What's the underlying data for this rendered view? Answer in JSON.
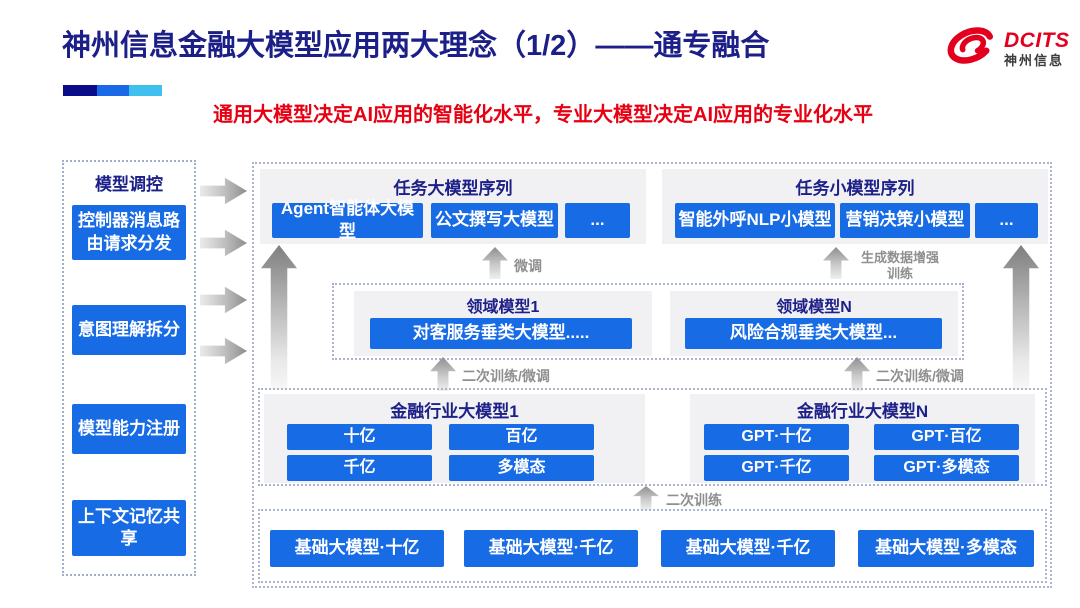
{
  "page": {
    "title": "神州信息金融大模型应用两大理念（1/2）——通专融合",
    "subtitle": "通用大模型决定AI应用的智能化水平，专业大模型决定AI应用的专业化水平"
  },
  "logo": {
    "brand": "DCITS",
    "brand_cn": "神州信息",
    "icon": "dcits-swirl-icon"
  },
  "sidebar": {
    "title": "模型调控",
    "items": [
      {
        "label": "控制器消息路由请求分发"
      },
      {
        "label": "意图理解拆分"
      },
      {
        "label": "模型能力注册"
      },
      {
        "label": "上下文记忆共享"
      }
    ]
  },
  "task_large": {
    "title": "任务大模型序列",
    "items": [
      {
        "label": "Agent智能体大模型"
      },
      {
        "label": "公文撰写大模型"
      },
      {
        "label": "..."
      }
    ]
  },
  "task_small": {
    "title": "任务小模型序列",
    "items": [
      {
        "label": "智能外呼NLP小模型"
      },
      {
        "label": "营销决策小模型"
      },
      {
        "label": "..."
      }
    ]
  },
  "domain": {
    "left": {
      "title": "领域模型1",
      "model": "对客服务垂类大模型....."
    },
    "right": {
      "title": "领域模型N",
      "model": "风险合规垂类大模型..."
    }
  },
  "industry": {
    "left": {
      "title": "金融行业大模型1",
      "models": [
        {
          "label": "十亿"
        },
        {
          "label": "百亿"
        },
        {
          "label": "千亿"
        },
        {
          "label": "多模态"
        }
      ]
    },
    "right": {
      "title": "金融行业大模型N",
      "models": [
        {
          "label": "GPT·十亿"
        },
        {
          "label": "GPT·百亿"
        },
        {
          "label": "GPT·千亿"
        },
        {
          "label": "GPT·多模态"
        }
      ]
    }
  },
  "base_models": [
    {
      "label": "基础大模型·十亿"
    },
    {
      "label": "基础大模型·千亿"
    },
    {
      "label": "基础大模型·千亿"
    },
    {
      "label": "基础大模型·多模态"
    }
  ],
  "labels": {
    "fine_tune": "微调",
    "gen_data_line1": "生成数据增强",
    "gen_data_line2": "训练",
    "secondary_ft_left": "二次训练/微调",
    "secondary_ft_right": "二次训练/微调",
    "secondary_train": "二次训练"
  },
  "colors": {
    "primary_blue": "#176be5",
    "navy": "#1d2088",
    "red": "#e60012",
    "logo_red": "#e3001f",
    "panel_gray": "#f1f1f3",
    "accent_bar": [
      "#0a0c8a",
      "#1a6ae8",
      "#3fc0ef"
    ]
  }
}
